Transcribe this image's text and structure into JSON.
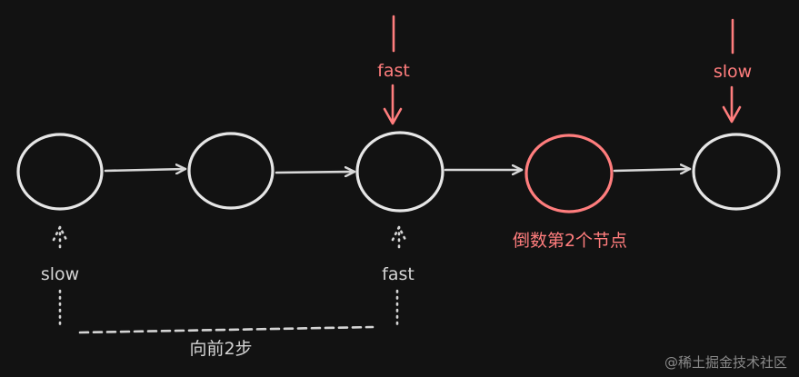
{
  "colors": {
    "background": "#121212",
    "node": "#e6e6e6",
    "highlight": "#ff7d7d",
    "arrow": "#d8d8d8",
    "muted_text": "#d4d4d4",
    "watermark": "#8a8a8a"
  },
  "diagram": {
    "nodes": [
      {
        "id": "n1",
        "highlight": false
      },
      {
        "id": "n2",
        "highlight": false
      },
      {
        "id": "n3",
        "highlight": false
      },
      {
        "id": "n4",
        "highlight": true
      },
      {
        "id": "n5",
        "highlight": false
      }
    ],
    "top_pointers": {
      "fast_label": "fast",
      "slow_label": "slow"
    },
    "bottom_pointers": {
      "slow_label": "slow",
      "fast_label": "fast"
    },
    "highlight_label": "倒数第2个节点",
    "step_label": "向前2步",
    "watermark": "@稀土掘金技术社区"
  }
}
